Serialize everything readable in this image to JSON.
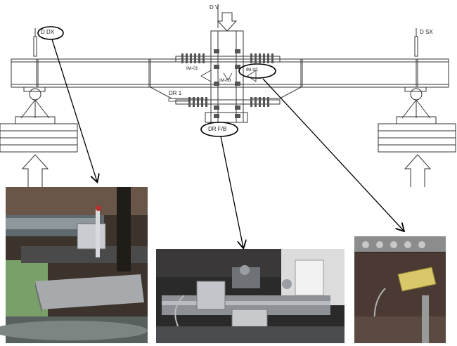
{
  "labels": {
    "top_v": "D  V",
    "top_dx": "D  DX",
    "top_sx": "D  SX",
    "im01": "IM-01",
    "im02": "IM-02",
    "im03": "IM-03",
    "dr1": "DR 1",
    "drfb": "DR  F/B"
  },
  "colors": {
    "line": "#333333",
    "arrow": "#000000",
    "photo_dark": "#2a2622",
    "steel": "#8d9196",
    "ellipse": "#000000"
  },
  "photos": {
    "left": "photo of displacement transducer on beam support",
    "center": "photo of horizontal displacement transducers at joint",
    "right": "photo of inclinometer mounted on beam"
  }
}
